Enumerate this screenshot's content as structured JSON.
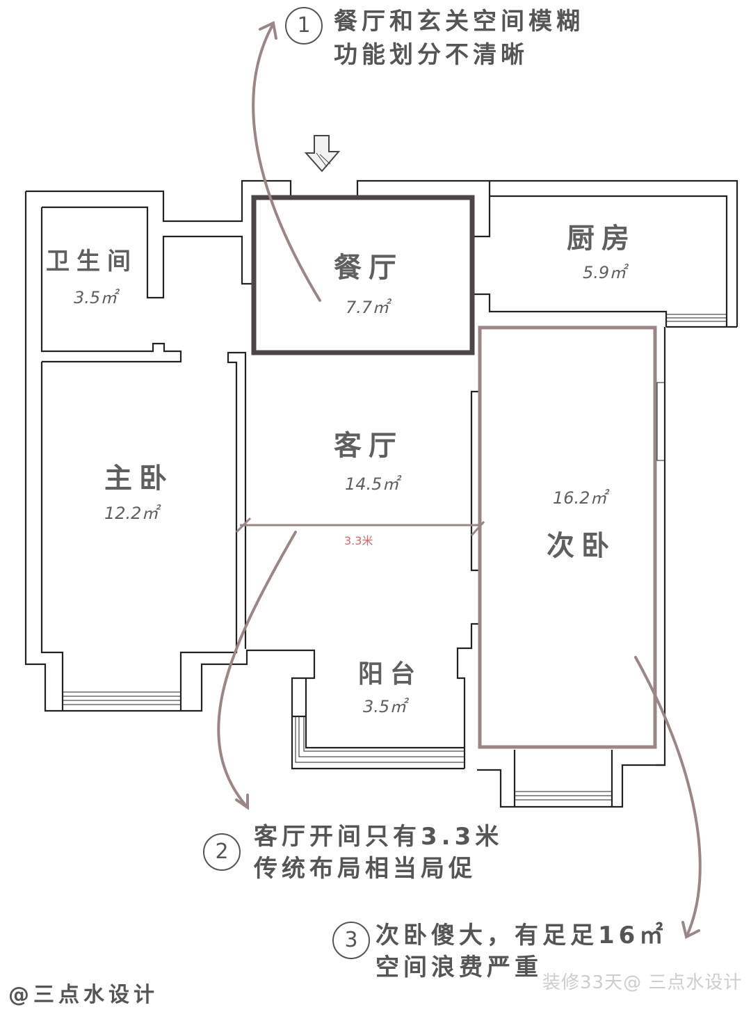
{
  "annotations": [
    {
      "number": "1",
      "line1": "餐厅和玄关空间模糊",
      "line2": "功能划分不清晰"
    },
    {
      "number": "2",
      "line1": "客厅开间只有3.3米",
      "line2": "传统布局相当局促"
    },
    {
      "number": "3",
      "line1": "次卧傻大，有足足16㎡",
      "line2": "空间浪费严重"
    }
  ],
  "rooms": {
    "bathroom": {
      "name": "卫生间",
      "area": "3.5㎡"
    },
    "dining": {
      "name": "餐厅",
      "area": "7.7㎡"
    },
    "kitchen": {
      "name": "厨房",
      "area": "5.9㎡"
    },
    "living": {
      "name": "客厅",
      "area": "14.5㎡"
    },
    "master_bedroom": {
      "name": "主卧",
      "area": "12.2㎡"
    },
    "second_bedroom": {
      "name": "次卧",
      "area": "16.2㎡"
    },
    "balcony": {
      "name": "阳台",
      "area": "3.5㎡"
    }
  },
  "dimension_label": "3.3米",
  "credit": "@三点水设计",
  "watermark": "装修33天@ 三点水设计",
  "colors": {
    "wall": "#222222",
    "dining_highlight": "#4e4646",
    "second_bedroom_highlight": "#9b8585",
    "arrow": "#9b8585",
    "dimension_text": "#d26a6a"
  },
  "icons": [
    "entrance-arrow-icon"
  ]
}
